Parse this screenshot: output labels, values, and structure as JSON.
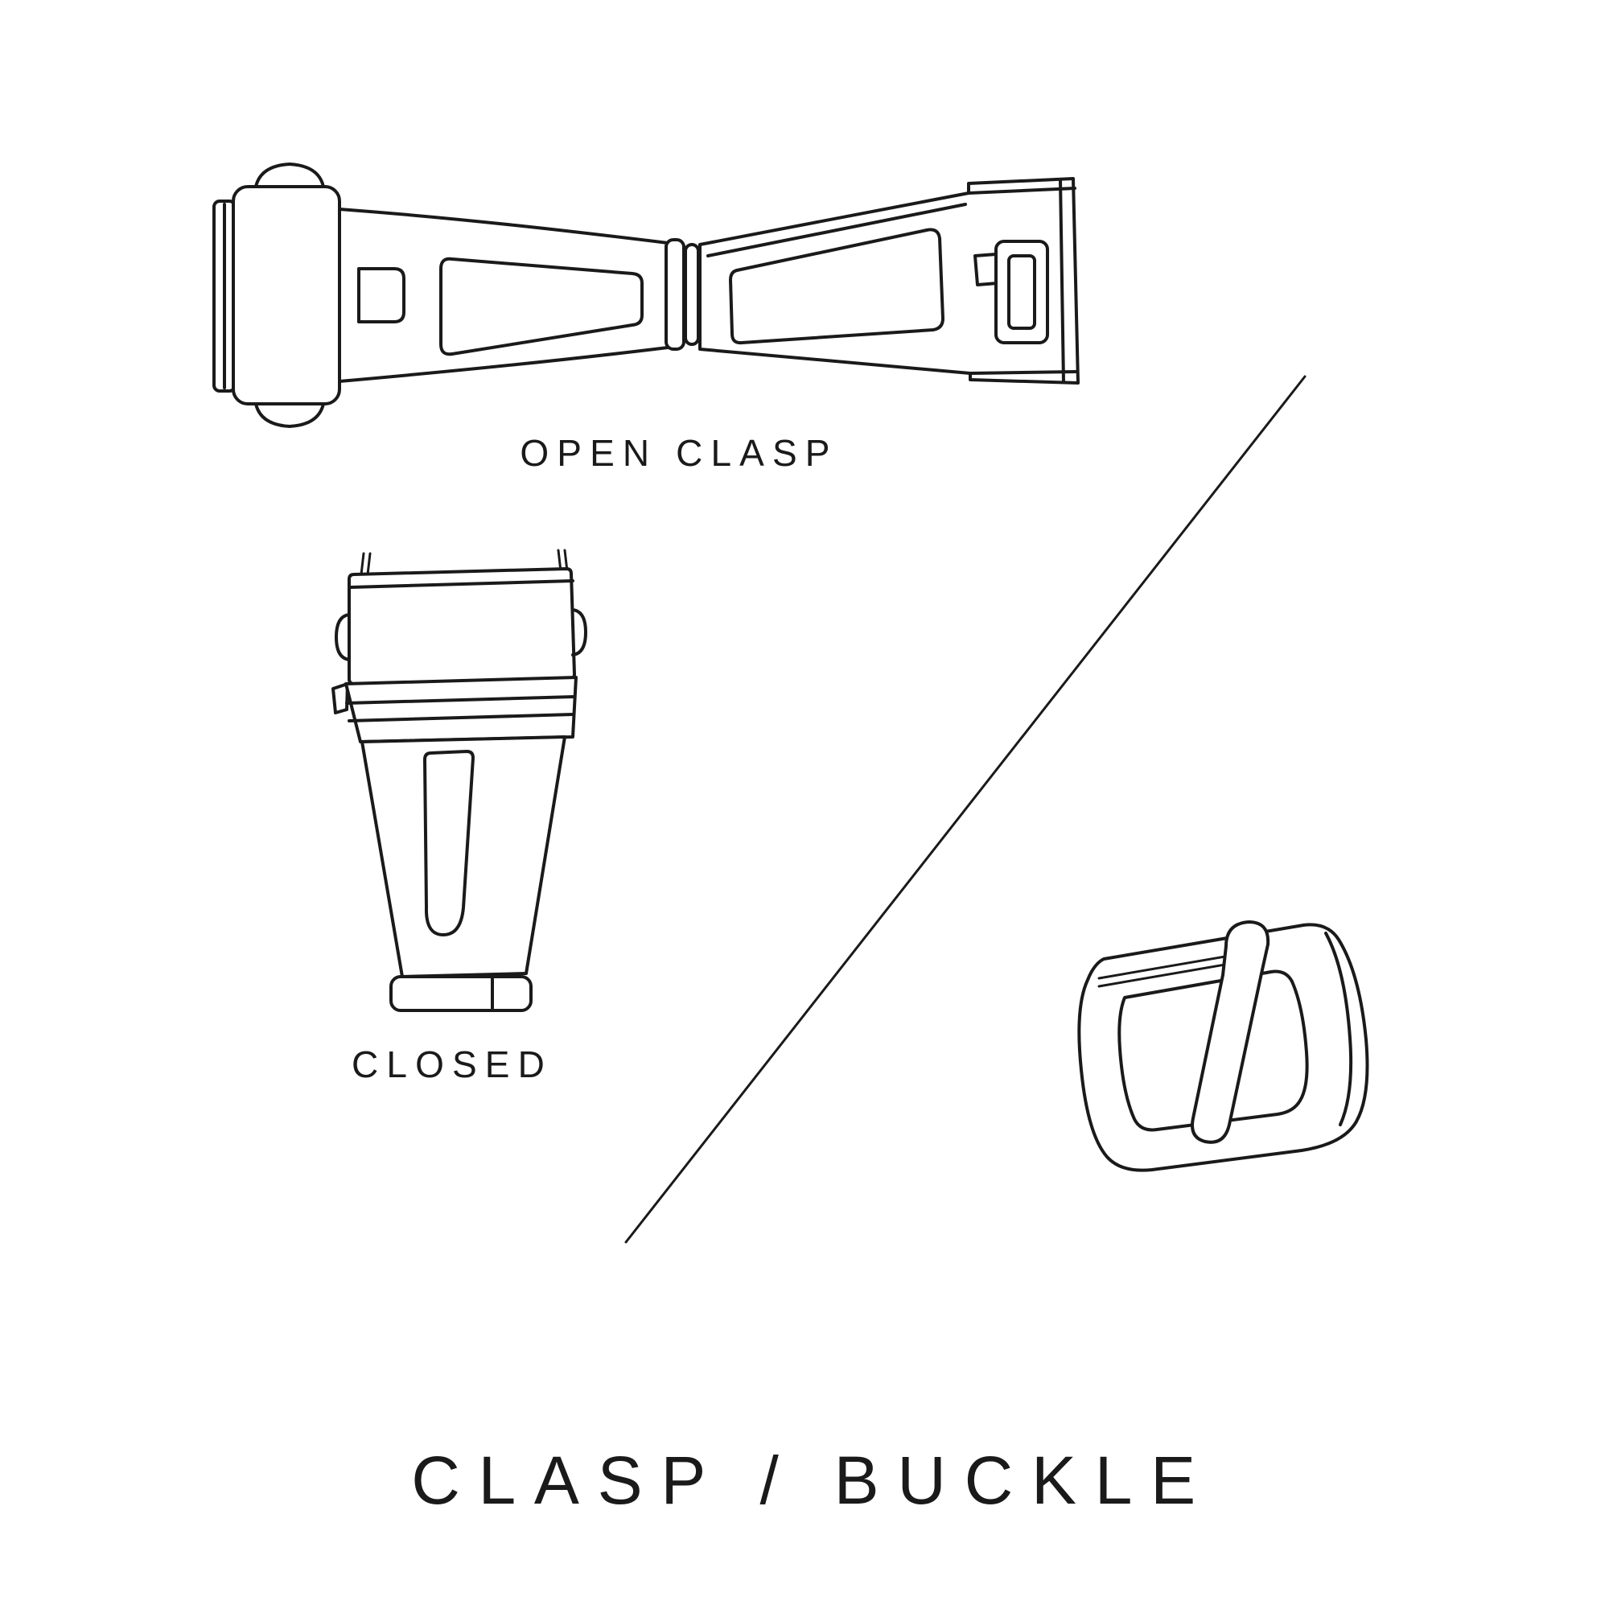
{
  "diagram": {
    "title": "CLASP / BUCKLE",
    "open_clasp_label": "OPEN CLASP",
    "closed_label": "CLOSED",
    "colors": {
      "background": "#ffffff",
      "line": "#1a1a1a"
    }
  }
}
